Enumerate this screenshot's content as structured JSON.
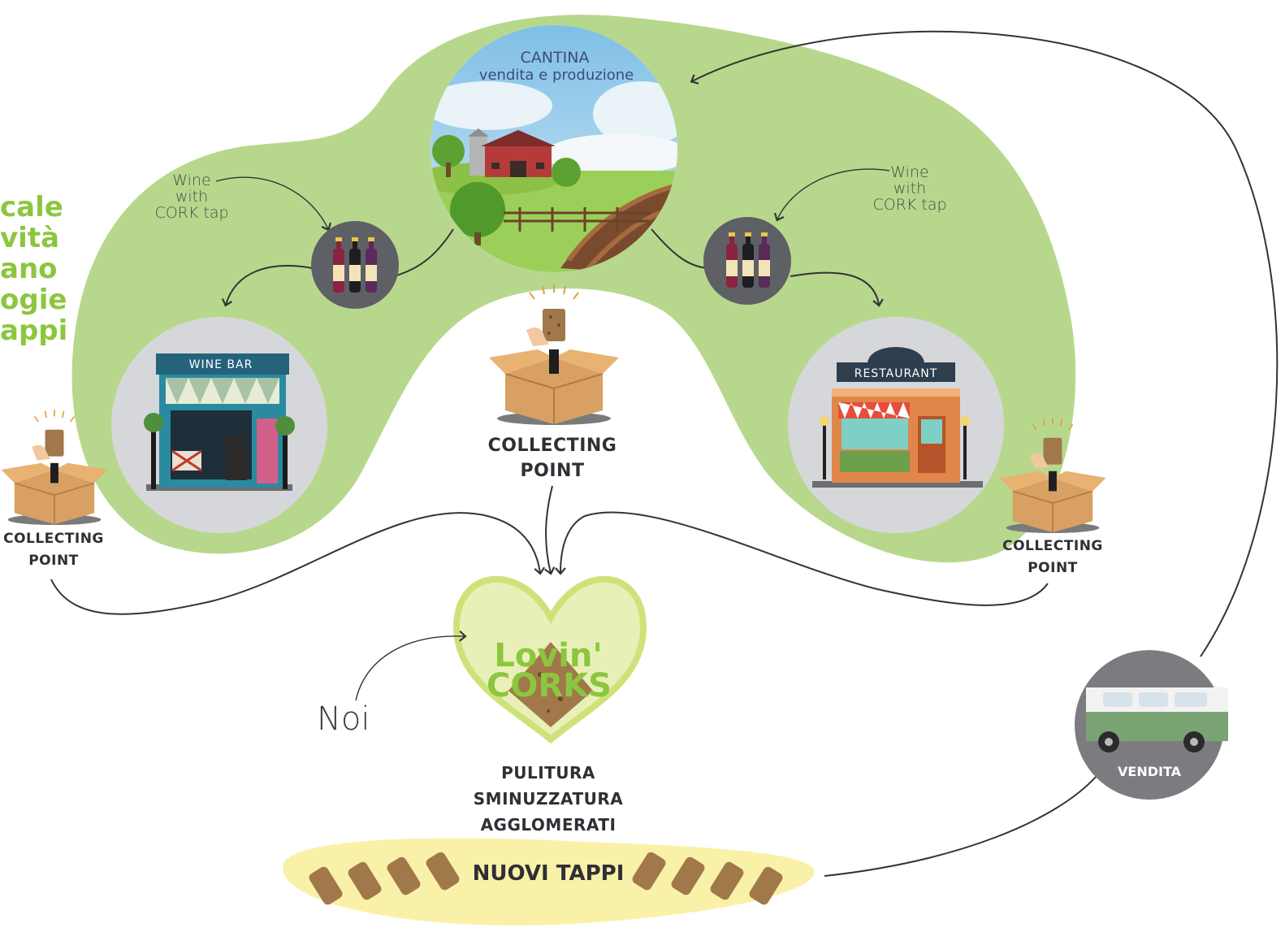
{
  "side_text": [
    "cale",
    "vità",
    "ano",
    "ogie",
    "appi"
  ],
  "cantina": {
    "title": "CANTINA",
    "subtitle": "vendita e produzione"
  },
  "wine_note_left": [
    "Wine",
    "with",
    "CORK tap"
  ],
  "wine_note_right": [
    "Wine",
    "with",
    "CORK tap"
  ],
  "wine_bar_sign": "WINE BAR",
  "restaurant_sign": "RESTAURANT",
  "collecting_point_center": [
    "COLLECTING",
    "POINT"
  ],
  "collecting_point_left": [
    "COLLECTING",
    "POINT"
  ],
  "collecting_point_right": [
    "COLLECTING",
    "POINT"
  ],
  "logo_text": [
    "Lovin'",
    "CORKS"
  ],
  "noi": "Noi",
  "process": [
    "PULITURA",
    "SMINUZZATURA",
    "AGGLOMERATI"
  ],
  "nuovi_tappi": "NUOVI TAPPI",
  "vendita": "VENDITA",
  "colors": {
    "blob_green": "#b7d88c",
    "accent_green": "#8cc63f",
    "dark_circle": "#5f5f66",
    "light_circle": "#d6d7da",
    "cork": "#a0784a",
    "box": "#d8a062",
    "yellow_band": "#faf1a8",
    "van_green": "#7aa373"
  }
}
